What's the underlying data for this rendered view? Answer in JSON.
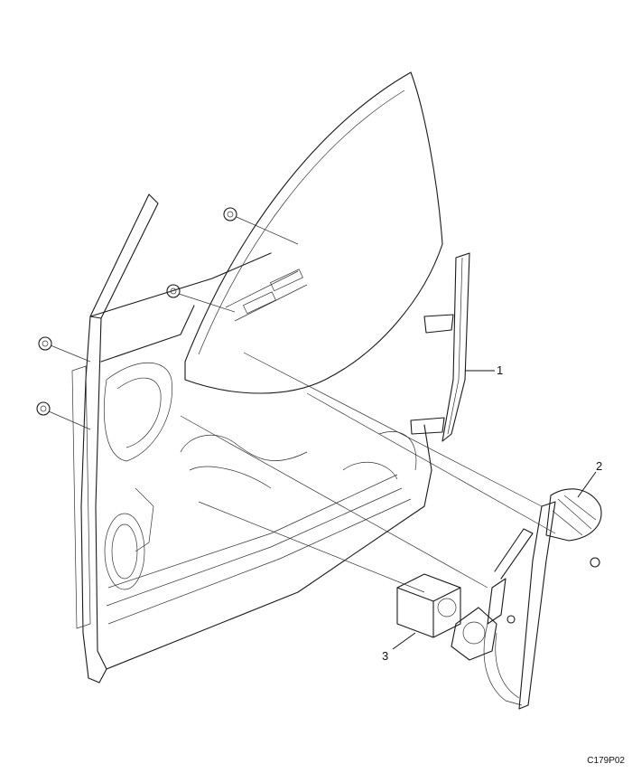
{
  "callouts": [
    {
      "id": "1",
      "label": "1"
    },
    {
      "id": "2",
      "label": "2"
    },
    {
      "id": "3",
      "label": "3"
    }
  ],
  "figure_code": "C179P02"
}
